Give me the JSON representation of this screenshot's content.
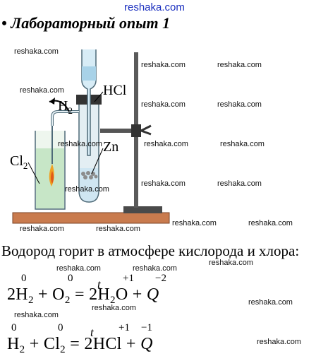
{
  "site": "reshaka.com",
  "heading": "• Лабораторный опыт 1",
  "figure": {
    "label_hcl": "HCl",
    "label_h2": "H",
    "label_h2_sub": "2",
    "label_cl2": "Cl",
    "label_cl2_sub": "2",
    "label_zn": "Zn"
  },
  "sentence": "Водород горит в атмосфере кислорода и хлора:",
  "equation1": {
    "coef_h": "2H",
    "sub_h": "2",
    "plus1": " + O",
    "sub_o": "2",
    "arrow": " = ",
    "prod": "2H",
    "sub_p": "2",
    "prod_tail": "O + ",
    "q": "Q",
    "ox_h": "0",
    "ox_o": "0",
    "ox_ph": "+1",
    "ox_po": "−2",
    "t": "t"
  },
  "equation2": {
    "h": "H",
    "sub_h": "2",
    "plus1": " + Cl",
    "sub_cl": "2",
    "arrow": " = ",
    "prod": "2HCl + ",
    "q": "Q",
    "ox_h": "0",
    "ox_cl": "0",
    "ox_ph": "+1",
    "ox_pcl": "−1",
    "t": "t"
  }
}
